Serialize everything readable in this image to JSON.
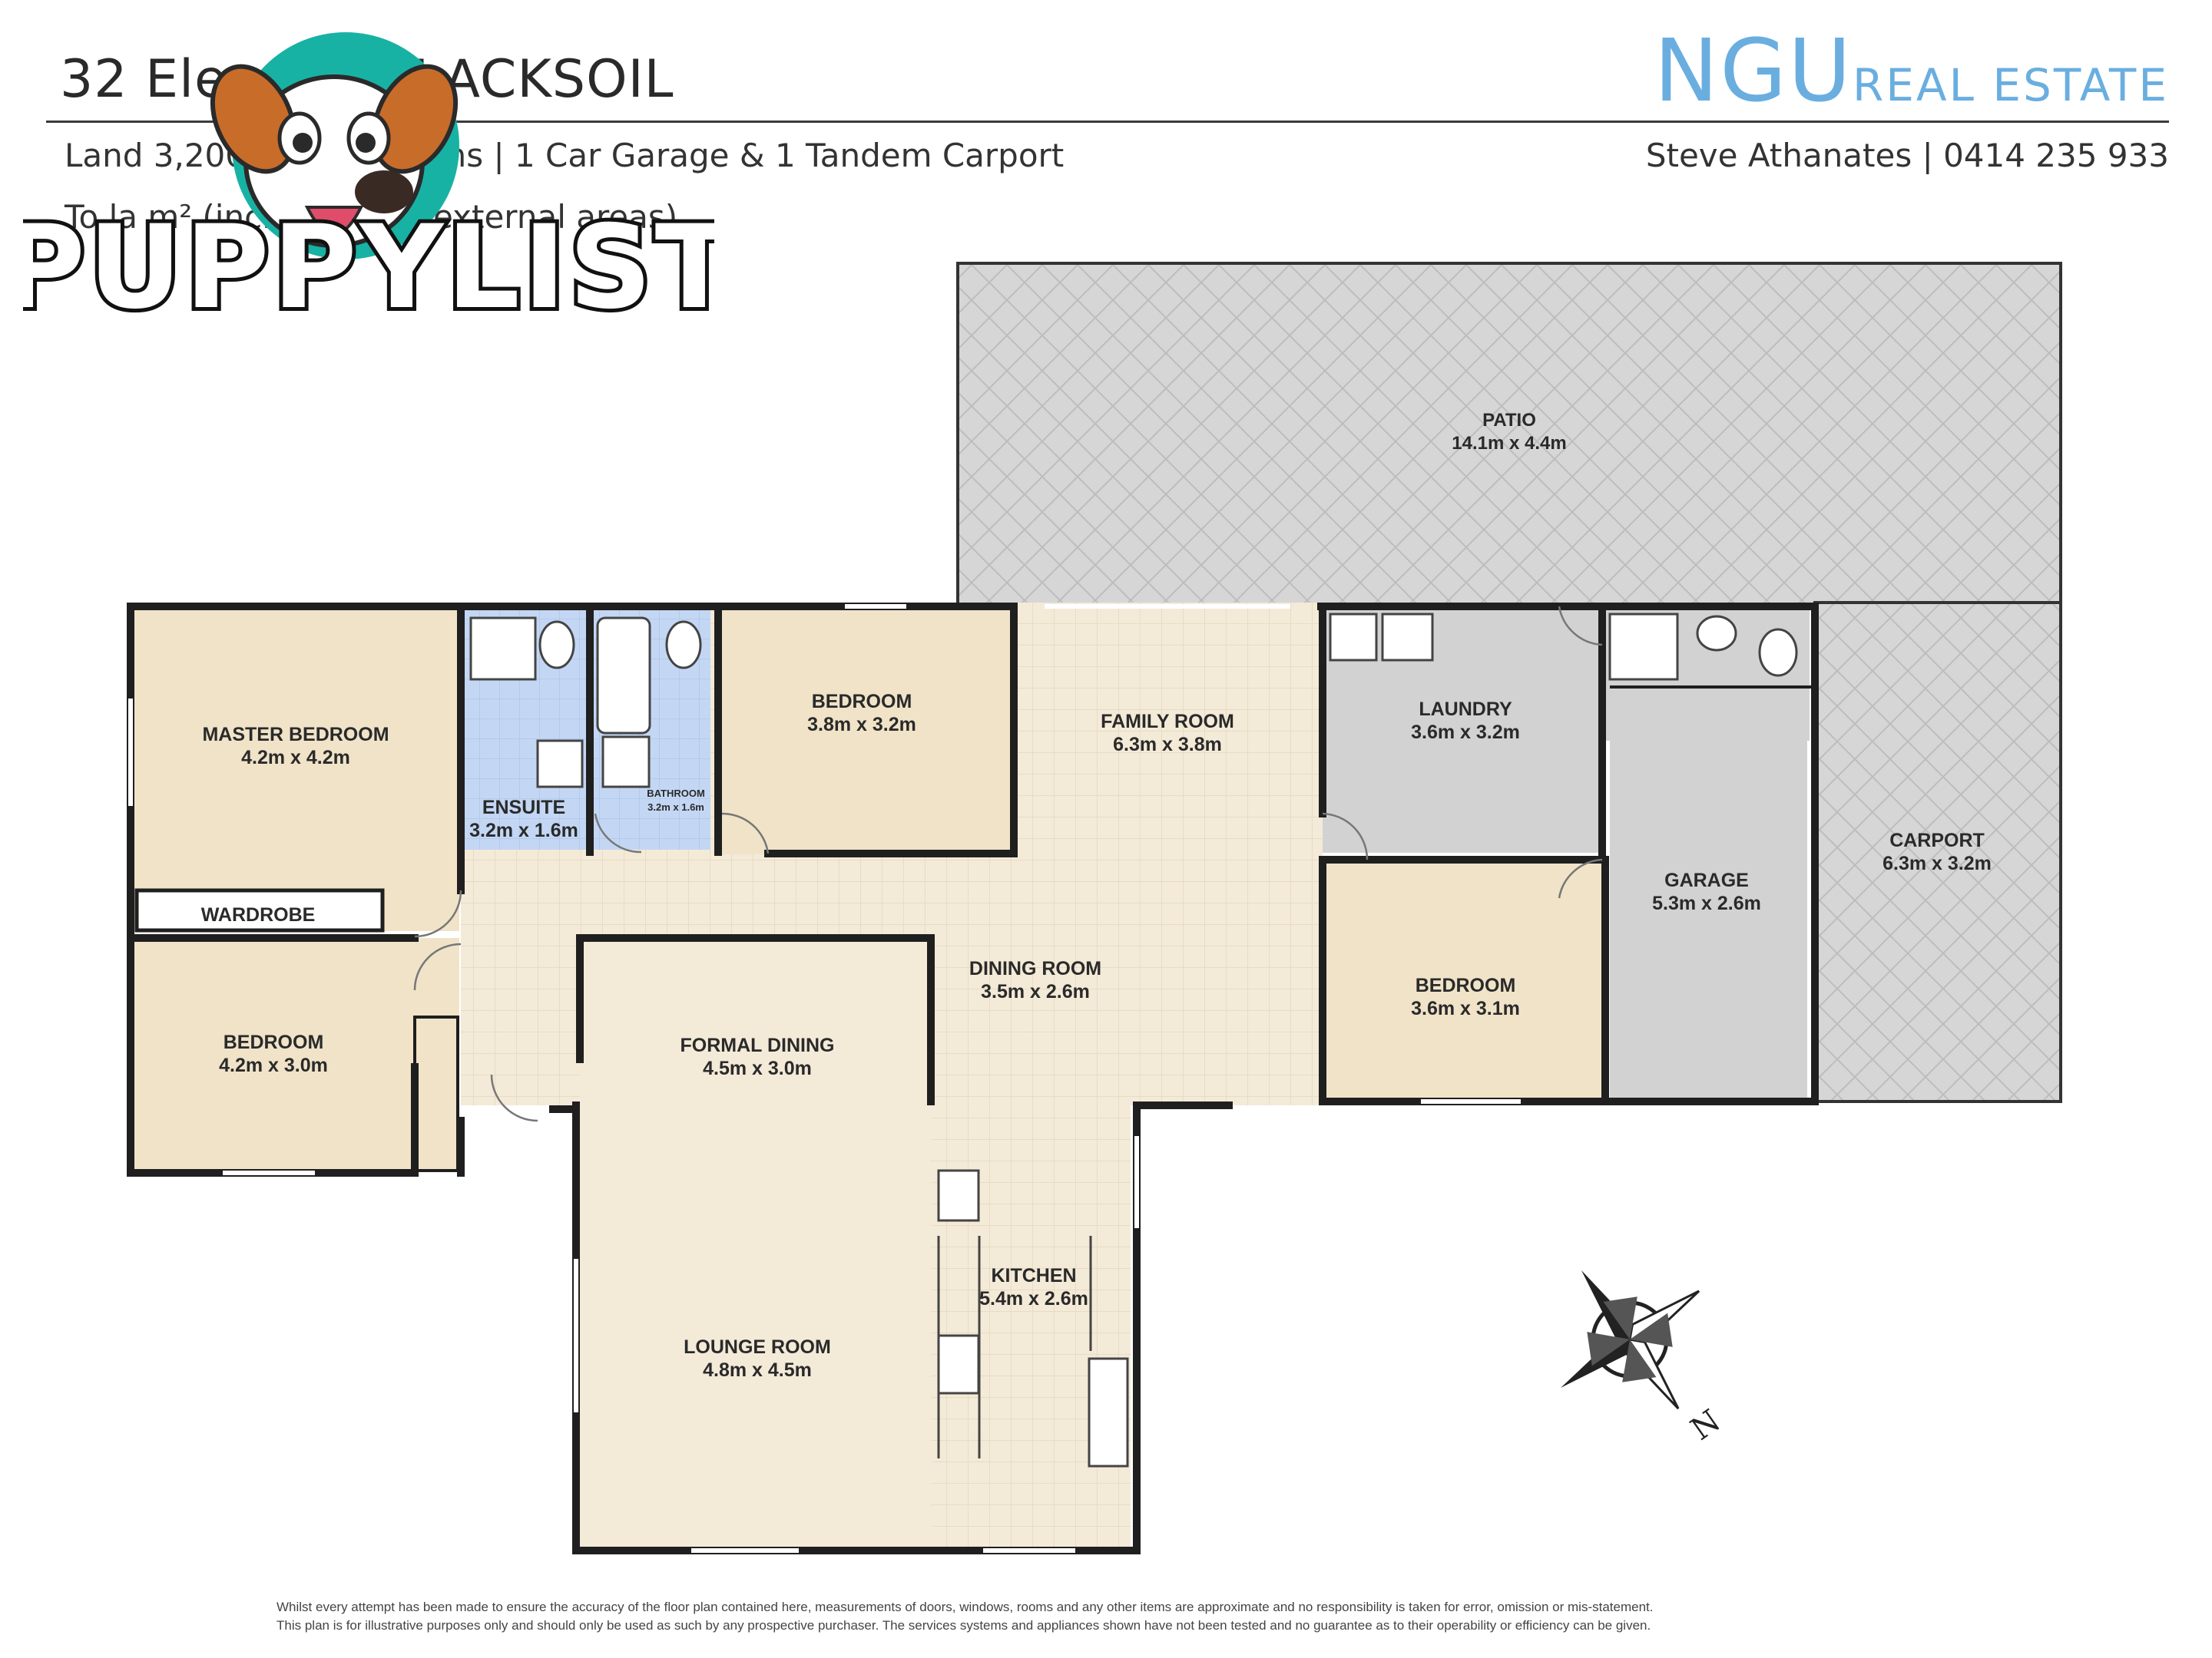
{
  "header": {
    "address": "32 Elea        ve, BLACKSOIL",
    "summary": "Land 3,200          | 3 Bathrooms | 1 Car Garage & 1 Tandem Carport",
    "area_line": "To  la              m² (includi    vered external areas)",
    "agent": "Steve Athanates | 0414 235 933"
  },
  "brand": {
    "primary": "NGU",
    "secondary": "REAL ESTATE",
    "color": "#6aaee0"
  },
  "watermark": {
    "text": "PUPPYLIST",
    "icon": "dog-mascot-icon"
  },
  "rooms": {
    "patio": {
      "name": "PATIO",
      "size": "14.1m x 4.4m"
    },
    "master_bedroom": {
      "name": "MASTER BEDROOM",
      "size": "4.2m x 4.2m"
    },
    "ensuite": {
      "name": "ENSUITE",
      "size": "3.2m x 1.6m"
    },
    "bathroom": {
      "name": "BATHROOM",
      "size": "3.2m x 1.6m"
    },
    "bedroom_2": {
      "name": "BEDROOM",
      "size": "3.8m x 3.2m"
    },
    "family_room": {
      "name": "FAMILY ROOM",
      "size": "6.3m x 3.8m"
    },
    "laundry": {
      "name": "LAUNDRY",
      "size": "3.6m x 3.2m"
    },
    "carport": {
      "name": "CARPORT",
      "size": "6.3m x 3.2m"
    },
    "garage": {
      "name": "GARAGE",
      "size": "5.3m x 2.6m"
    },
    "wardrobe": {
      "name": "WARDROBE"
    },
    "bedroom_3": {
      "name": "BEDROOM",
      "size": "4.2m x 3.0m"
    },
    "dining_room": {
      "name": "DINING ROOM",
      "size": "3.5m x 2.6m"
    },
    "bedroom_4": {
      "name": "BEDROOM",
      "size": "3.6m x 3.1m"
    },
    "formal_dining": {
      "name": "FORMAL DINING",
      "size": "4.5m x 3.0m"
    },
    "kitchen": {
      "name": "KITCHEN",
      "size": "5.4m x 2.6m"
    },
    "lounge_room": {
      "name": "LOUNGE ROOM",
      "size": "4.8m x 4.5m"
    }
  },
  "compass": {
    "label": "N"
  },
  "disclaimer": {
    "line1": "Whilst every attempt has been made to ensure the accuracy of the floor plan contained here, measurements of doors, windows, rooms and any other items are approximate and no responsibility is taken for error, omission or mis-statement.",
    "line2": "This plan is for illustrative purposes only and should only be used as such by any prospective purchaser. The services systems and appliances shown have not been tested and no guarantee as to their operability or efficiency can be given."
  },
  "colors": {
    "bedroom": "#f0e3c8",
    "wet_area": "#c3d7f4",
    "living": "#f4ead8",
    "utility": "#d2d2d2",
    "outdoor": "#d6d6d6",
    "wall": "#1f1f1f"
  }
}
